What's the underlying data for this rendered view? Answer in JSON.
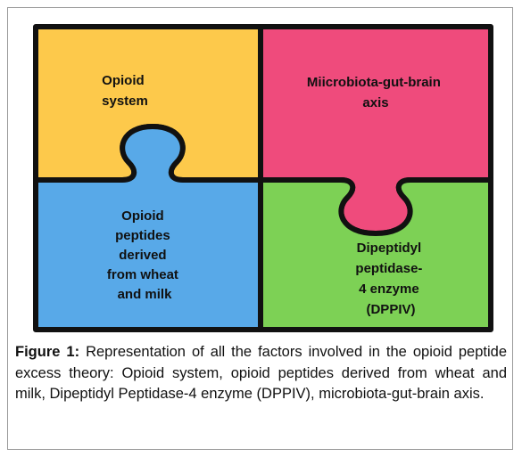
{
  "pieces": {
    "top_left": {
      "lines": [
        "Opioid",
        "system"
      ],
      "color": "#FDC94B"
    },
    "top_right": {
      "lines": [
        "Miicrobiota-gut-brain",
        "axis"
      ],
      "color": "#EF4B7C"
    },
    "bottom_left": {
      "lines": [
        "Opioid",
        "peptides",
        "derived",
        "from wheat",
        "and milk"
      ],
      "color": "#58A9E8"
    },
    "bottom_right": {
      "lines": [
        "Dipeptidyl",
        "peptidase-",
        "4 enzyme",
        "(DPPIV)"
      ],
      "color": "#7DD155"
    }
  },
  "outline_color": "#111111",
  "caption": {
    "label": "Figure 1:",
    "text": "Representation of all the factors involved in the opioid peptide excess theory: Opioid system, opioid peptides derived from wheat and milk, Dipeptidyl Peptidase-4 enzyme (DPPIV), microbiota-gut-brain axis."
  }
}
